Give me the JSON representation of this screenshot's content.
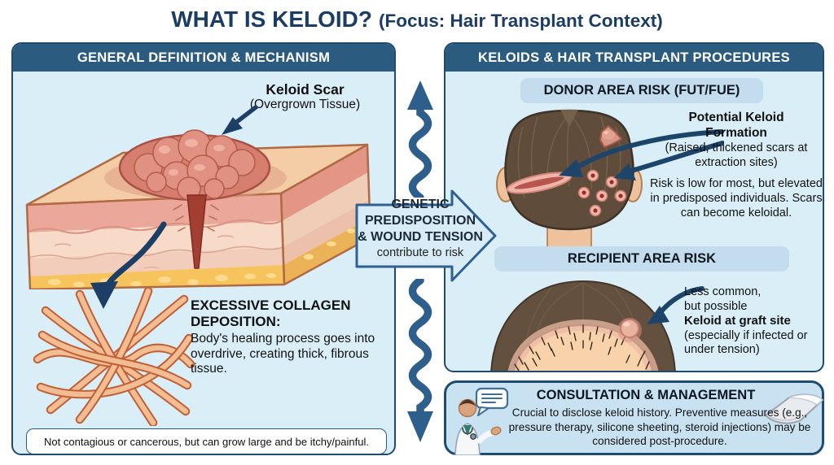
{
  "title": {
    "main": "WHAT IS KELOID?",
    "context": "(Focus: Hair Transplant Context)"
  },
  "left_panel": {
    "header": "GENERAL DEFINITION & MECHANISM",
    "keloid_callout": {
      "title": "Keloid Scar",
      "subtitle": "(Overgrown Tissue)"
    },
    "collagen_block": {
      "heading": "EXCESSIVE COLLAGEN DEPOSITION:",
      "body": "Body's healing process goes into overdrive, creating thick, fibrous tissue."
    },
    "footnote": "Not contagious or cancerous, but can grow large and be itchy/painful."
  },
  "center_arrow": {
    "line1": "GENETIC",
    "line2": "PREDISPOSITION",
    "line3": "& WOUND TENSION",
    "line4": "contribute to risk"
  },
  "right_panel": {
    "header": "KELOIDS & HAIR TRANSPLANT PROCEDURES",
    "donor_section": {
      "badge": "DONOR AREA RISK (FUT/FUE)",
      "callout_title": "Potential Keloid Formation",
      "callout_subtitle": "(Raised, thickened scars at extraction sites)",
      "body": "Risk is low for most, but elevated in predisposed individuals. Scars can become keloidal."
    },
    "recipient_section": {
      "badge": "RECIPIENT AREA RISK",
      "line1": "Less common,",
      "line2": "but possible",
      "highlight": "Keloid at graft site",
      "subtitle": "(especially if infected or under tension)"
    }
  },
  "consultation": {
    "heading": "CONSULTATION & MANAGEMENT",
    "body": "Crucial to disclose keloid history. Preventive measures (e.g., pressure therapy, silicone sheeting, steroid injections) may be considered post-procedure."
  },
  "icons": {
    "skin_cross_section": "layered-skin-block-with-keloid-scar",
    "collagen_fibers": "tangled-collagen-fiber-bundle",
    "donor_head_back": "back-of-head-with-fut-strip-scar-and-fue-dots",
    "recipient_hairline": "front-hairline-with-keloid-bump",
    "doctor": "doctor-with-speech-bubble",
    "silicone_sheet": "silicone-sheeting-patch",
    "wavy_arrow_up": "serpentine-arrow-up",
    "wavy_arrow_down": "serpentine-arrow-down"
  },
  "colors": {
    "title_navy": "#1c3d63",
    "panel_header_bg": "#2b5c80",
    "panel_border": "#1e4b6e",
    "panel_body_bg": "#daeef8",
    "badge_bg": "#c3dcee",
    "arrow_blue": "#2e5f8c",
    "center_arrow_fill": "#d8ecf7",
    "consult_bg": "#c9e2f2",
    "footnote_bg": "#ffffff"
  }
}
